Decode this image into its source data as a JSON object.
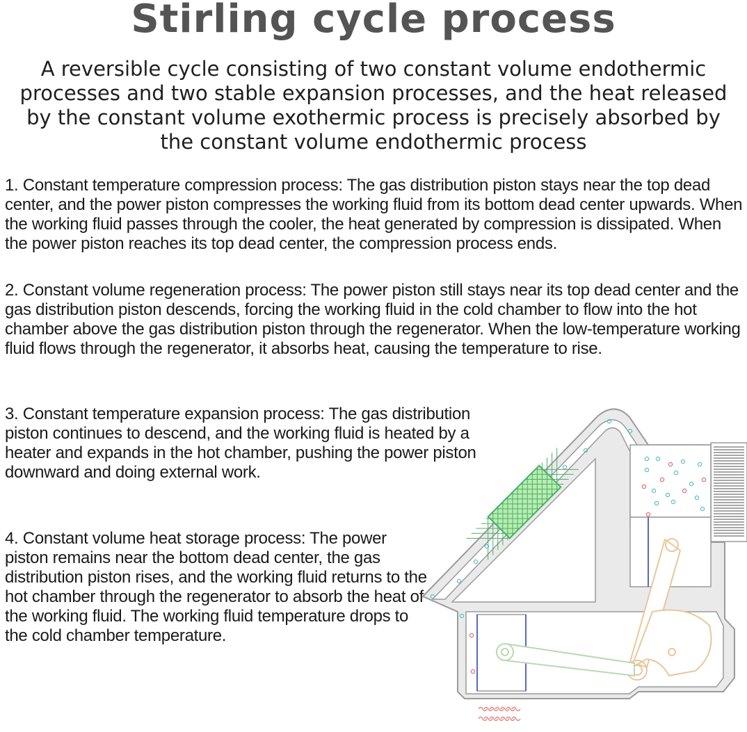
{
  "title": "Stirling cycle process",
  "subtitle": "A reversible cycle consisting of two constant volume endothermic processes and two stable expansion processes, and the heat released by the constant volume exothermic process is precisely absorbed by the constant volume endothermic process",
  "steps": [
    {
      "text": "1. Constant temperature compression process: The gas distribution piston stays near the top dead center, and the power piston compresses the working fluid from its bottom dead center upwards. When the working fluid passes through the cooler, the heat generated by compression is dissipated. When the power piston reaches its top dead center, the compression process ends."
    },
    {
      "text": "2. Constant volume regeneration process: The power piston still stays near its top dead center and the gas distribution piston descends, forcing the working fluid in the cold chamber to flow into the hot chamber above the gas distribution piston through the regenerator. When the low-temperature working fluid flows through the regenerator, it absorbs heat, causing the temperature to rise."
    },
    {
      "text": "3. Constant temperature expansion process: The gas distribution piston continues to descend, and the working fluid is heated by a heater and expands in the hot chamber, pushing the power piston downward and doing external work."
    },
    {
      "text": "4. Constant volume heat storage process: The power piston remains near the bottom dead center, the gas distribution piston rises, and the working fluid returns to the hot chamber through the regenerator to absorb the heat of the working fluid. The working fluid temperature drops to the cold chamber temperature."
    }
  ],
  "colors": {
    "wall": "#e6e6e6",
    "outline": "#9a9a9a",
    "regenerator": "#b8ecb0",
    "mesh": "#4caf6a",
    "linkage": "#e8c79a",
    "rod": "#b9d9b0",
    "piston_rod": "#5a66c8",
    "particle_hot": "#e07070",
    "particle_cool": "#60c0c0",
    "heat": "#e08585"
  }
}
